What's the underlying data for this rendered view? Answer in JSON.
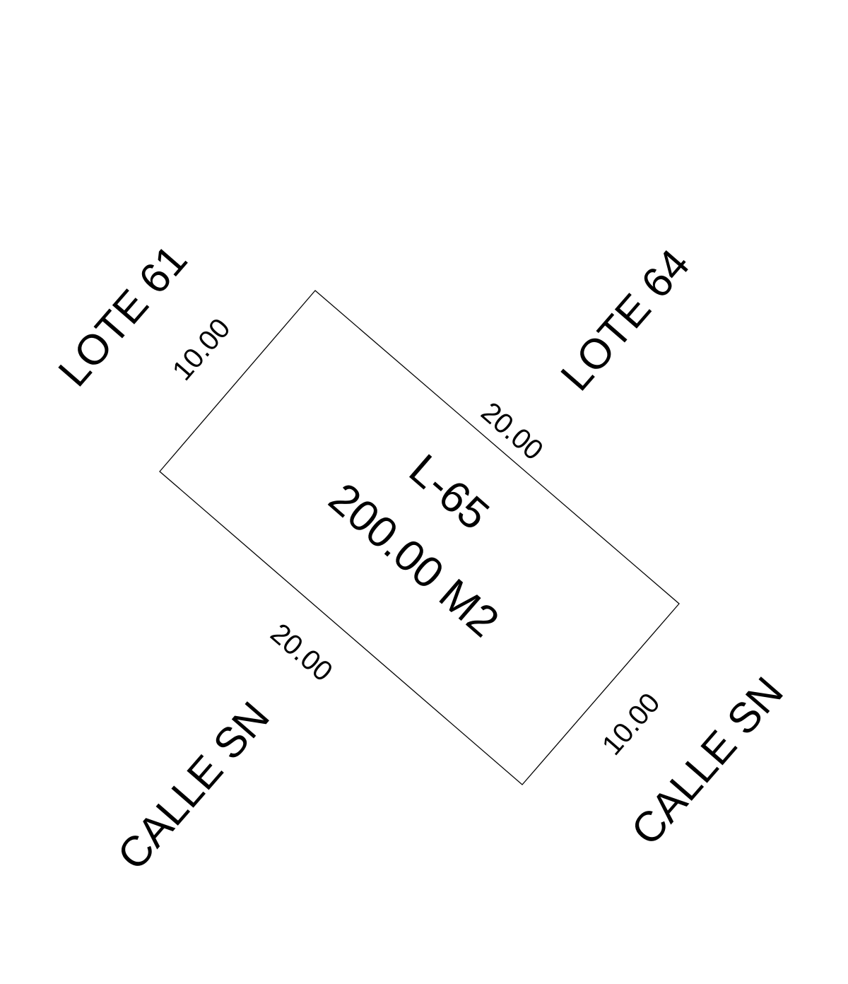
{
  "lot": {
    "id": "L-65",
    "area": "200.00 M2"
  },
  "neighbors": {
    "upper_left": "LOTE 61",
    "upper_right": "LOTE 64",
    "lower_left": "CALLE SN",
    "lower_right": "CALLE SN"
  },
  "dimensions": {
    "upper_left_side": "10.00",
    "upper_right_side": "20.00",
    "lower_left_side": "20.00",
    "lower_right_side": "10.00"
  },
  "colors": {
    "line": "#000000",
    "text": "#000000",
    "background": "#ffffff"
  }
}
